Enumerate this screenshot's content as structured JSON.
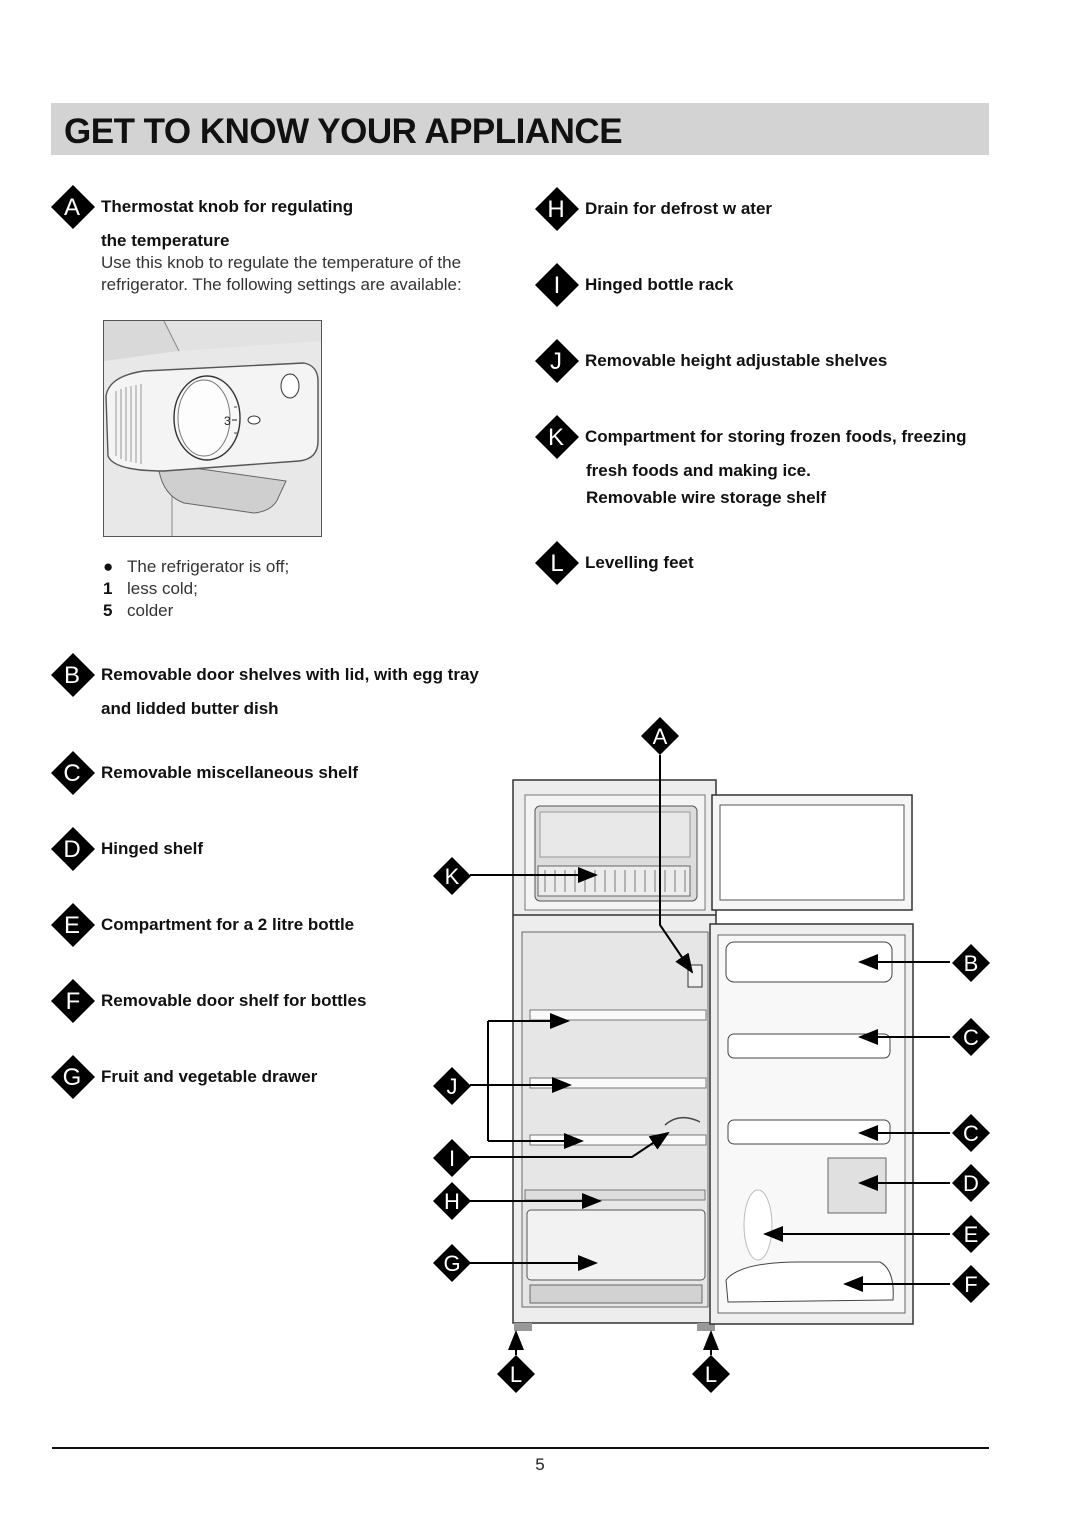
{
  "title": "GET TO KNOW YOUR APPLIANCE",
  "items": {
    "A": {
      "letter": "A",
      "line1": "Thermostat knob for regulating",
      "line2": "the temperature",
      "desc1": "Use this knob to regulate the temperature of the",
      "desc2": "refrigerator. The following settings are available:"
    },
    "B": {
      "letter": "B",
      "line1": "Removable door shelves with lid, with egg tray",
      "line2": "and lidded butter dish"
    },
    "C": {
      "letter": "C",
      "line1": "Removable miscellaneous shelf"
    },
    "D": {
      "letter": "D",
      "line1": "Hinged shelf"
    },
    "E": {
      "letter": "E",
      "line1": "Compartment for a 2 litre bottle"
    },
    "F": {
      "letter": "F",
      "line1": "Removable door shelf for bottles"
    },
    "G": {
      "letter": "G",
      "line1": "Fruit and vegetable drawer"
    },
    "H": {
      "letter": "H",
      "line1": "Drain for defrost w ater"
    },
    "I": {
      "letter": "I",
      "line1": "Hinged bottle rack"
    },
    "J": {
      "letter": "J",
      "line1": "Removable height adjustable shelves"
    },
    "K": {
      "letter": "K",
      "line1": "Compartment for storing frozen foods, freezing",
      "line2": "fresh foods and making ice.",
      "line3": "Removable wire storage shelf"
    },
    "L": {
      "letter": "L",
      "line1": "Levelling feet"
    }
  },
  "settings": [
    {
      "key": "●",
      "text": "The refrigerator is off;"
    },
    {
      "key": "1",
      "text": "less cold;"
    },
    {
      "key": "5",
      "text": "colder"
    }
  ],
  "knob_mark": "3",
  "page_number": "5",
  "colors": {
    "title_bar": "#d3d3d3",
    "diamond": "#000000",
    "text": "#111111"
  }
}
